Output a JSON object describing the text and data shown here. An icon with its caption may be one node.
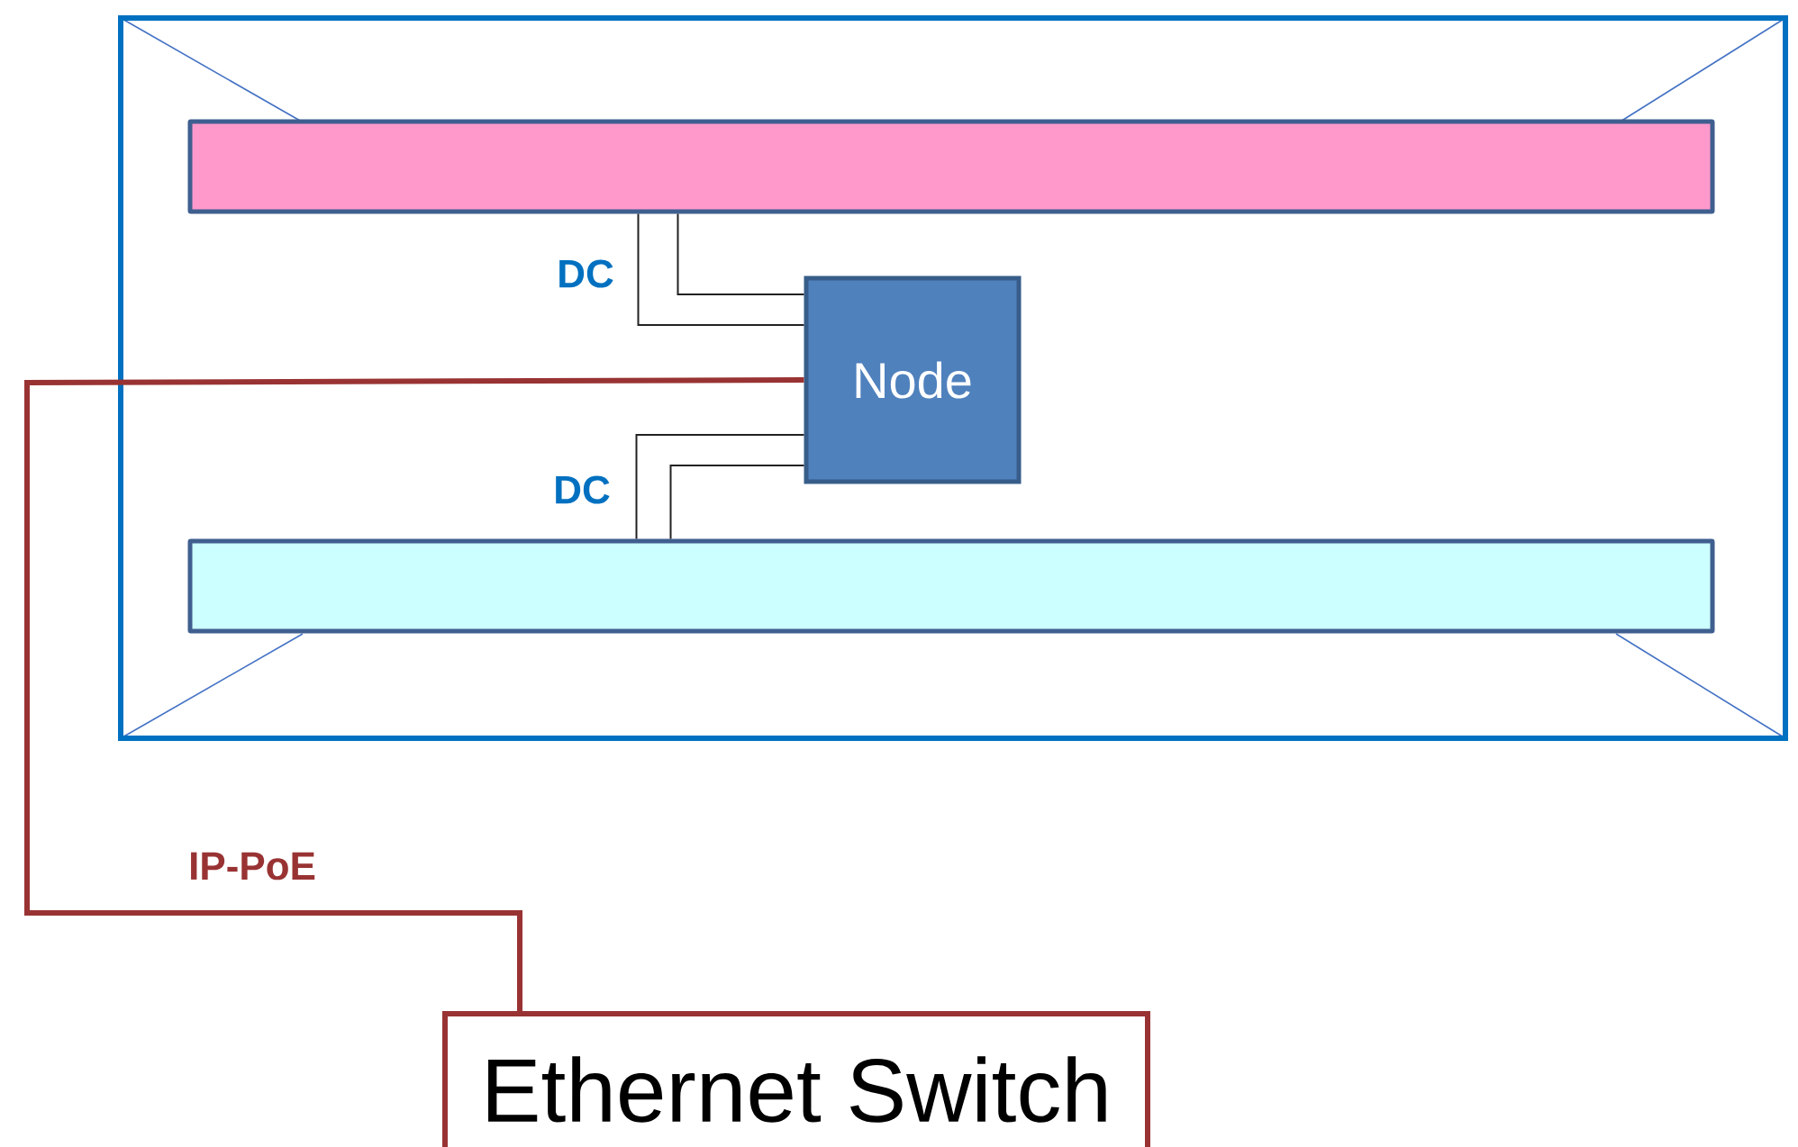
{
  "diagram": {
    "nodes": [
      {
        "text": [],
        "shape": "box"
      },
      {
        "text": [],
        "shape": "bar",
        "in": 0
      },
      {
        "text": [
          "Node"
        ],
        "in": 0
      },
      {
        "text": [],
        "shape": "bar",
        "in": 0
      },
      {
        "text": [
          "Ethernet Switch"
        ]
      }
    ],
    "edges": [
      {
        "from": 1,
        "to": 2,
        "arrow": "none",
        "label": "DC"
      },
      {
        "from": 1,
        "to": 2,
        "arrow": "none"
      },
      {
        "from": 2,
        "to": 3,
        "arrow": "none",
        "label": "DC"
      },
      {
        "from": 2,
        "to": 3,
        "arrow": "none"
      },
      {
        "from": 2,
        "to": 4,
        "arrow": "none",
        "label": "IP-PoE",
        "style": "thick",
        "color": "#993333"
      }
    ]
  }
}
